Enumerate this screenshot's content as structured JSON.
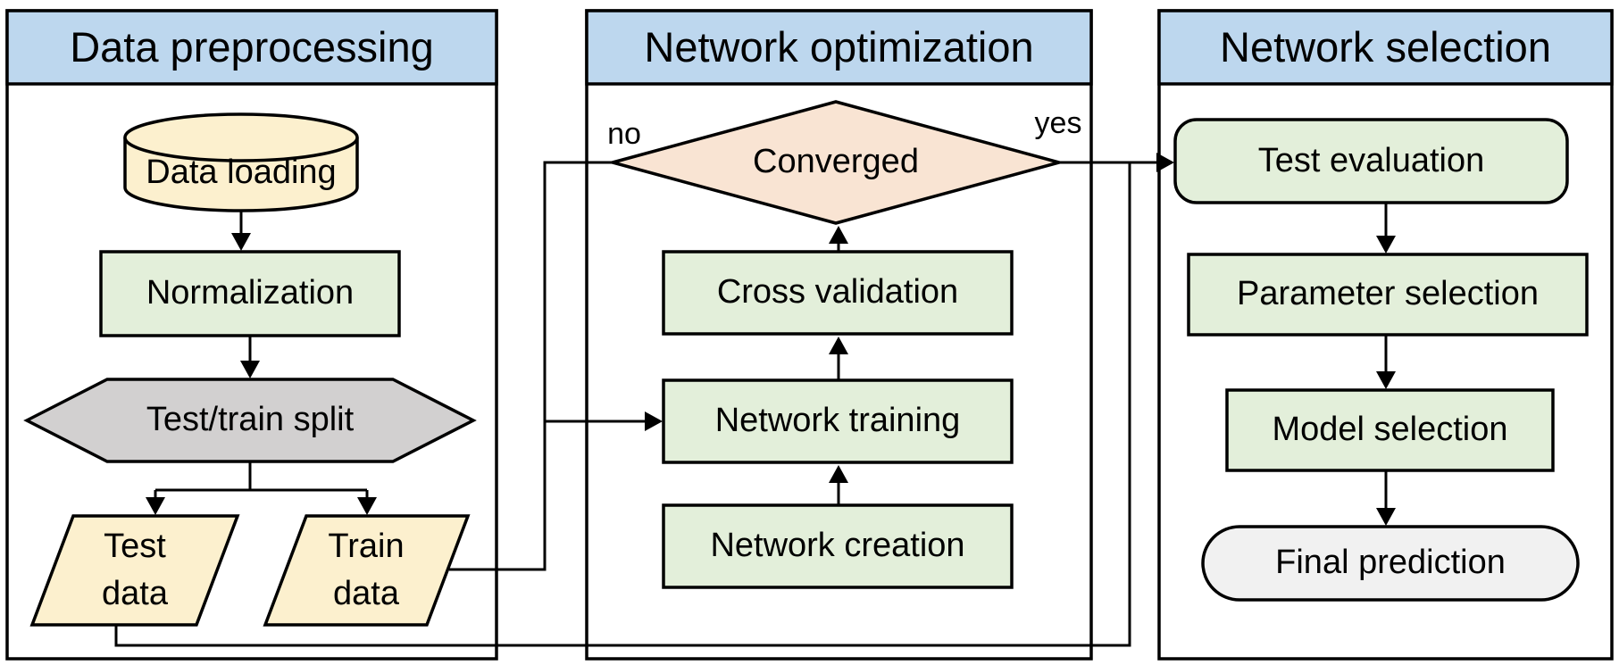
{
  "colors": {
    "header_fill": "#BDD7EE",
    "process_fill": "#E3EFDA",
    "data_fill": "#FCF0CE",
    "split_fill": "#D2D0D0",
    "decision_fill": "#F9E4D3",
    "terminal_fill": "#F1F1F1",
    "stroke": "#000000",
    "background": "#FFFFFF"
  },
  "panels": [
    {
      "title": "Data preprocessing",
      "nodes": [
        {
          "label": "Data loading",
          "shape": "cylinder"
        },
        {
          "label": "Normalization",
          "shape": "process"
        },
        {
          "label": "Test/train split",
          "shape": "hexagon"
        },
        {
          "label": "Test\ndata",
          "shape": "parallelogram"
        },
        {
          "label": "Train\ndata",
          "shape": "parallelogram"
        }
      ]
    },
    {
      "title": "Network optimization",
      "nodes": [
        {
          "label": "Converged",
          "shape": "decision"
        },
        {
          "label": "Cross validation",
          "shape": "process"
        },
        {
          "label": "Network training",
          "shape": "process"
        },
        {
          "label": "Network creation",
          "shape": "process"
        }
      ],
      "branch_labels": {
        "no": "no",
        "yes": "yes"
      }
    },
    {
      "title": "Network selection",
      "nodes": [
        {
          "label": "Test evaluation",
          "shape": "rounded-process"
        },
        {
          "label": "Parameter selection",
          "shape": "process"
        },
        {
          "label": "Model selection",
          "shape": "process"
        },
        {
          "label": "Final prediction",
          "shape": "terminal"
        }
      ]
    }
  ],
  "edges": [
    {
      "from": "Data loading",
      "to": "Normalization",
      "label": ""
    },
    {
      "from": "Normalization",
      "to": "Test/train split",
      "label": ""
    },
    {
      "from": "Test/train split",
      "to": "Test data",
      "label": ""
    },
    {
      "from": "Test/train split",
      "to": "Train data",
      "label": ""
    },
    {
      "from": "Train data",
      "to": "Network training",
      "label": ""
    },
    {
      "from": "Network creation",
      "to": "Network training",
      "label": ""
    },
    {
      "from": "Network training",
      "to": "Cross validation",
      "label": ""
    },
    {
      "from": "Cross validation",
      "to": "Converged",
      "label": ""
    },
    {
      "from": "Converged",
      "to": "Network training",
      "label": "no"
    },
    {
      "from": "Converged",
      "to": "Test evaluation",
      "label": "yes"
    },
    {
      "from": "Test data",
      "to": "Test evaluation",
      "label": ""
    },
    {
      "from": "Test evaluation",
      "to": "Parameter selection",
      "label": ""
    },
    {
      "from": "Parameter selection",
      "to": "Model selection",
      "label": ""
    },
    {
      "from": "Model selection",
      "to": "Final prediction",
      "label": ""
    }
  ]
}
